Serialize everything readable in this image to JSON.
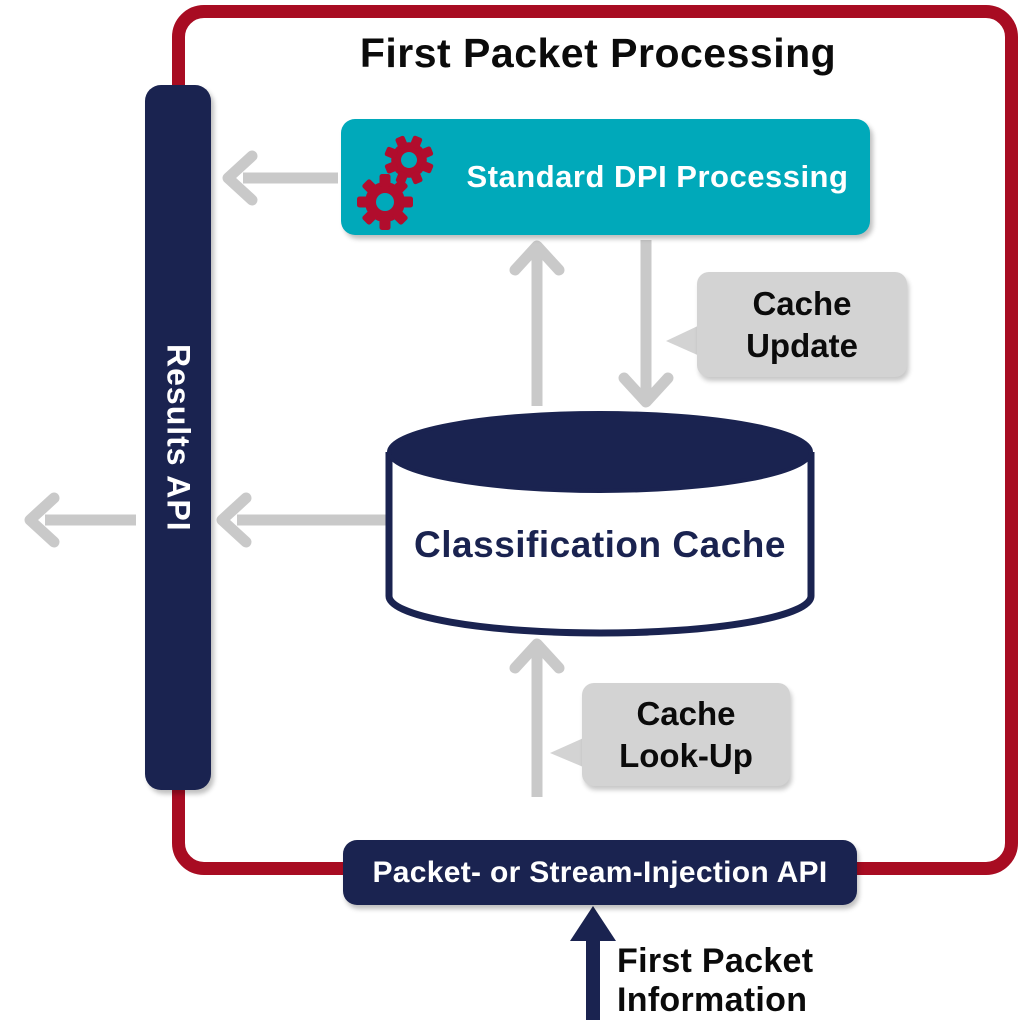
{
  "title": "First Packet Processing",
  "results_api": {
    "label": "Results API"
  },
  "dpi_box": {
    "label": "Standard DPI Processing"
  },
  "cache": {
    "label": "Classification Cache"
  },
  "callouts": {
    "update": {
      "line1": "Cache",
      "line2": "Update"
    },
    "lookup": {
      "line1": "Cache",
      "line2": "Look-Up"
    }
  },
  "injection_api": {
    "label": "Packet- or Stream-Injection API"
  },
  "bottom_label": "First Packet Information",
  "colors": {
    "navy": "#1A2350",
    "teal": "#00A9BA",
    "gear-red": "#B10D2D",
    "border-red": "#A80C22",
    "arrow-gray": "#C9C9C9",
    "callout-gray": "#D3D3D3",
    "text-black": "#0B0B0B"
  }
}
